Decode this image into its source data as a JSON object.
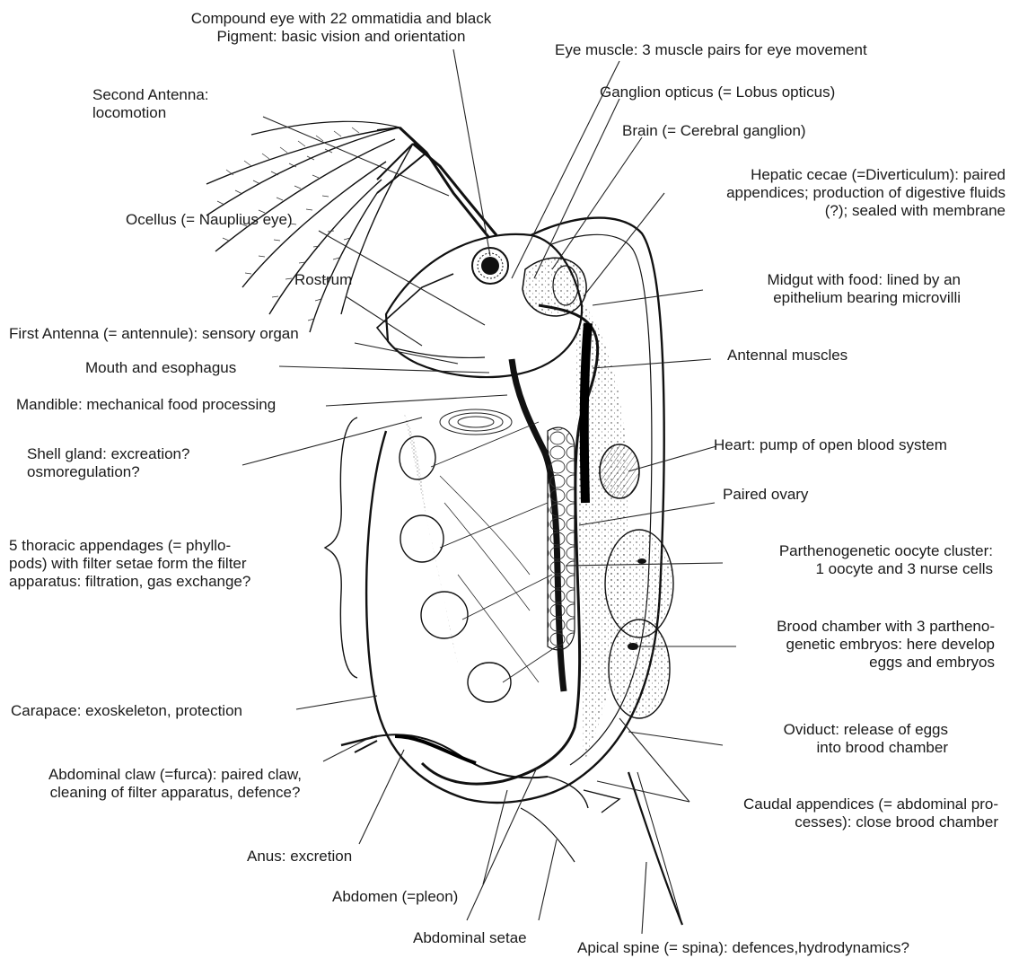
{
  "labels": {
    "compound_eye": "Compound eye with 22 ommatidia and black\nPigment: basic vision and orientation",
    "eye_muscle": "Eye muscle: 3 muscle pairs for eye movement",
    "second_antenna": "Second Antenna:\nlocomotion",
    "ganglion_opticus": "Ganglion opticus (= Lobus opticus)",
    "brain": "Brain (= Cerebral ganglion)",
    "hepatic_cecae": "Hepatic cecae (=Diverticulum): paired\nappendices; production of digestive fluids\n(?); sealed with membrane",
    "ocellus": "Ocellus (= Nauplius eye)",
    "rostrum": "Rostrum",
    "midgut": "Midgut with food: lined by an\nepithelium bearing microvilli",
    "first_antenna": "First Antenna (= antennule): sensory organ",
    "mouth": "Mouth and esophagus",
    "antennal_muscles": "Antennal muscles",
    "mandible": "Mandible: mechanical food processing",
    "shell_gland": "Shell gland: excreation?\nosmoregulation?",
    "heart": "Heart: pump of open blood system",
    "paired_ovary": "Paired ovary",
    "thoracic_appendages": "5 thoracic appendages (= phyllo-\npods) with filter setae form the filter\napparatus: filtration, gas exchange?",
    "oocyte_cluster": "Parthenogenetic oocyte cluster:\n1 oocyte and 3 nurse cells",
    "brood_chamber": "Brood chamber with 3 partheno-\ngenetic embryos: here develop\neggs and embryos",
    "carapace": "Carapace: exoskeleton, protection",
    "oviduct": "Oviduct: release of eggs\ninto brood chamber",
    "abdominal_claw": "Abdominal claw (=furca): paired claw,\ncleaning of filter apparatus, defence?",
    "caudal_appendices": "Caudal appendices (= abdominal pro-\ncesses): close brood chamber",
    "anus": "Anus: excretion",
    "abdomen": "Abdomen (=pleon)",
    "abdominal_setae": "Abdominal setae",
    "apical_spine": "Apical spine (= spina): defences,hydrodynamics?"
  }
}
